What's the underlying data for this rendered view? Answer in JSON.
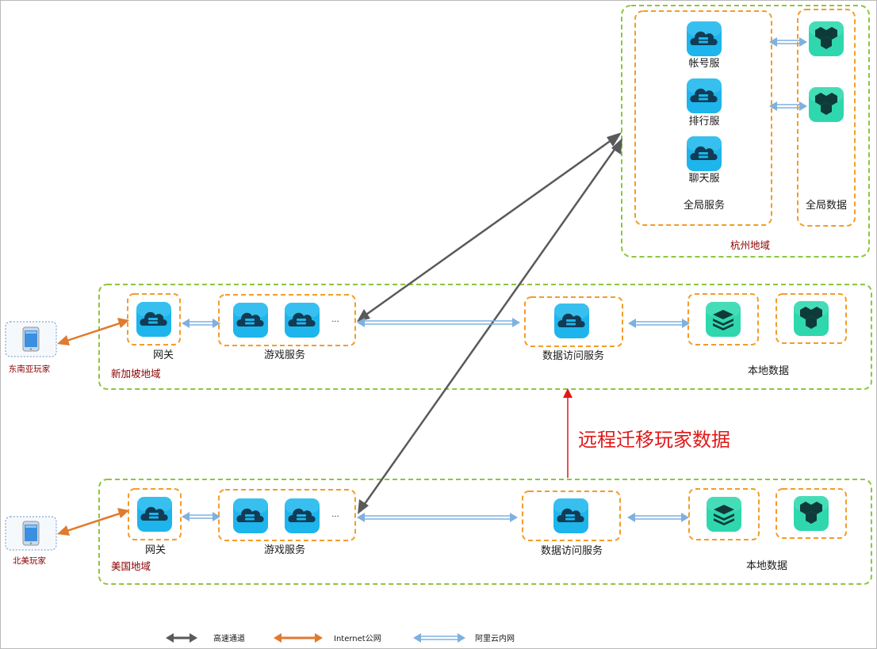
{
  "colors": {
    "region_border": "#8cc63f",
    "group_border": "#f39c28",
    "highspeed_arrow": "#5a5a5a",
    "internet_arrow": "#e07a2e",
    "intranet_arrow": "#7fb0e0",
    "region_label": "#8b0000",
    "migration_arrow": "#e01818"
  },
  "hangzhou": {
    "region_label": "杭州地域",
    "services": [
      "帐号服",
      "排行服",
      "聊天服"
    ],
    "services_label": "全局服务",
    "data_label": "全局数据"
  },
  "singapore": {
    "region_label": "新加坡地域",
    "gateway_label": "网关",
    "game_label": "游戏服务",
    "ellipsis": "...",
    "dal_label": "数据访问服务",
    "local_data_label": "本地数据",
    "player_label": "东南亚玩家"
  },
  "usa": {
    "region_label": "美国地域",
    "gateway_label": "网关",
    "game_label": "游戏服务",
    "ellipsis": "...",
    "dal_label": "数据访问服务",
    "local_data_label": "本地数据",
    "player_label": "北美玩家"
  },
  "migration_label": "远程迁移玩家数据",
  "legend": {
    "highspeed": "高速通道",
    "internet": "Internet公网",
    "intranet": "阿里云内网"
  },
  "icons": {
    "server": "cloud-server-icon",
    "database": "database-stack-icon",
    "table_store": "hex-cluster-icon",
    "phone": "smartphone-icon"
  }
}
